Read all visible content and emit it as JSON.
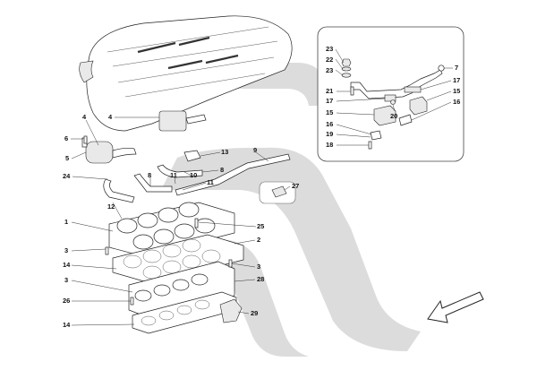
{
  "callouts": [
    {
      "id": "c23a",
      "text": "23"
    },
    {
      "id": "c22",
      "text": "22"
    },
    {
      "id": "c23b",
      "text": "23"
    },
    {
      "id": "c21",
      "text": "21"
    },
    {
      "id": "c17a",
      "text": "17"
    },
    {
      "id": "c15a",
      "text": "15"
    },
    {
      "id": "c16a",
      "text": "16"
    },
    {
      "id": "c19",
      "text": "19"
    },
    {
      "id": "c18",
      "text": "18"
    },
    {
      "id": "c7",
      "text": "7"
    },
    {
      "id": "c17b",
      "text": "17"
    },
    {
      "id": "c15b",
      "text": "15"
    },
    {
      "id": "c16b",
      "text": "16"
    },
    {
      "id": "c20",
      "text": "20"
    },
    {
      "id": "c4a",
      "text": "4"
    },
    {
      "id": "c4b",
      "text": "4"
    },
    {
      "id": "c6",
      "text": "6"
    },
    {
      "id": "c5",
      "text": "5"
    },
    {
      "id": "c24",
      "text": "24"
    },
    {
      "id": "c8a",
      "text": "8"
    },
    {
      "id": "c11a",
      "text": "11"
    },
    {
      "id": "c10",
      "text": "10"
    },
    {
      "id": "c13",
      "text": "13"
    },
    {
      "id": "c9",
      "text": "9"
    },
    {
      "id": "c8b",
      "text": "8"
    },
    {
      "id": "c11b",
      "text": "11"
    },
    {
      "id": "c12",
      "text": "12"
    },
    {
      "id": "c27",
      "text": "27"
    },
    {
      "id": "c1",
      "text": "1"
    },
    {
      "id": "c25",
      "text": "25"
    },
    {
      "id": "c2",
      "text": "2"
    },
    {
      "id": "c3a",
      "text": "3"
    },
    {
      "id": "c14a",
      "text": "14"
    },
    {
      "id": "c3b",
      "text": "3"
    },
    {
      "id": "c3c",
      "text": "3"
    },
    {
      "id": "c28",
      "text": "28"
    },
    {
      "id": "c26",
      "text": "26"
    },
    {
      "id": "c29",
      "text": "29"
    },
    {
      "id": "c14b",
      "text": "14"
    }
  ],
  "watermark": {
    "fill": "#dcdcdc"
  },
  "direction_arrow": {
    "label": "front-direction-arrow"
  }
}
